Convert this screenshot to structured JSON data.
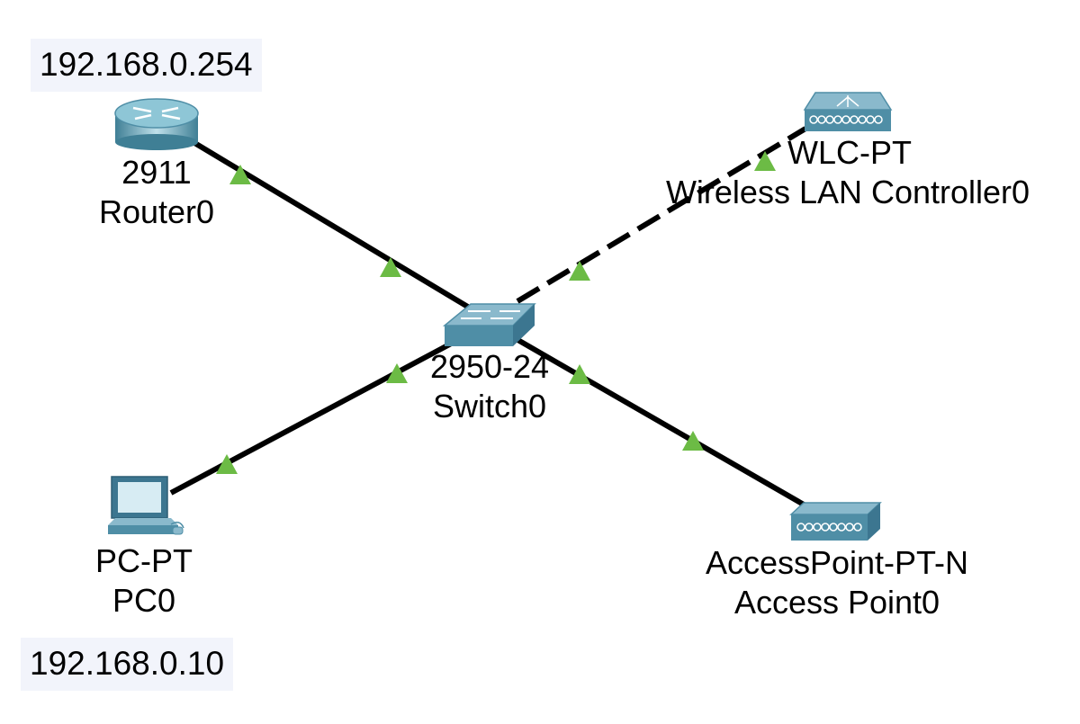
{
  "devices": {
    "router": {
      "model": "2911",
      "name": "Router0",
      "icon": "router-icon"
    },
    "switch": {
      "model": "2950-24",
      "name": "Switch0",
      "icon": "switch-icon"
    },
    "wlc": {
      "model": "WLC-PT",
      "name": "Wireless LAN Controller0",
      "icon": "wireless-lan-controller-icon"
    },
    "pc": {
      "model": "PC-PT",
      "name": "PC0",
      "icon": "pc-icon"
    },
    "ap": {
      "model": "AccessPoint-PT-N",
      "name": "Access Point0",
      "icon": "access-point-icon"
    }
  },
  "notes": {
    "router_ip": "192.168.0.254",
    "pc_ip": "192.168.0.10"
  },
  "links": [
    {
      "from": "router",
      "to": "switch",
      "style": "solid",
      "status": "up"
    },
    {
      "from": "wlc",
      "to": "switch",
      "style": "dashed",
      "status": "up"
    },
    {
      "from": "pc",
      "to": "switch",
      "style": "solid",
      "status": "up"
    },
    {
      "from": "ap",
      "to": "switch",
      "style": "solid",
      "status": "up"
    }
  ],
  "colors": {
    "link": "#000000",
    "link_up": "#6cbb45",
    "note_bg": "#f2f4fb",
    "device": "#4f8ea6"
  }
}
